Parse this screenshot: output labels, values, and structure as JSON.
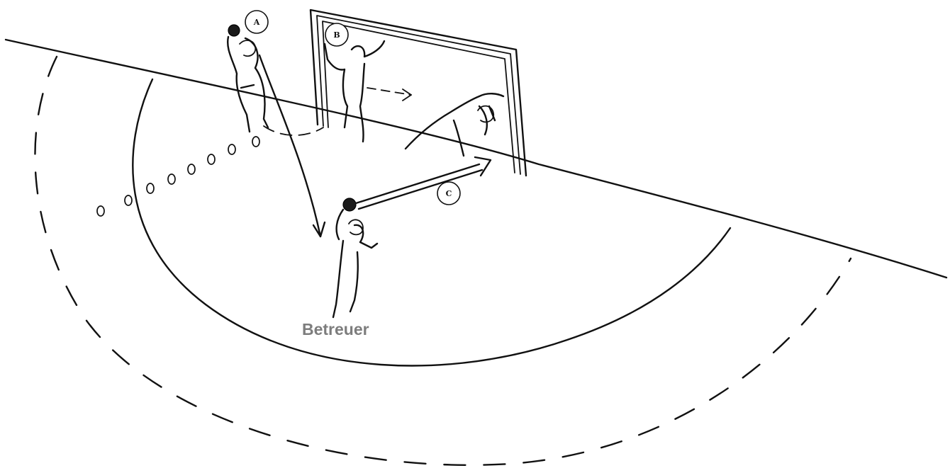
{
  "diagram": {
    "labels": {
      "player_a": "A",
      "player_b": "B",
      "pass_c": "C",
      "caption": "Betreuer"
    },
    "colors": {
      "ink": "#111111",
      "caption": "#7d7d7d",
      "background": "#ffffff"
    }
  }
}
